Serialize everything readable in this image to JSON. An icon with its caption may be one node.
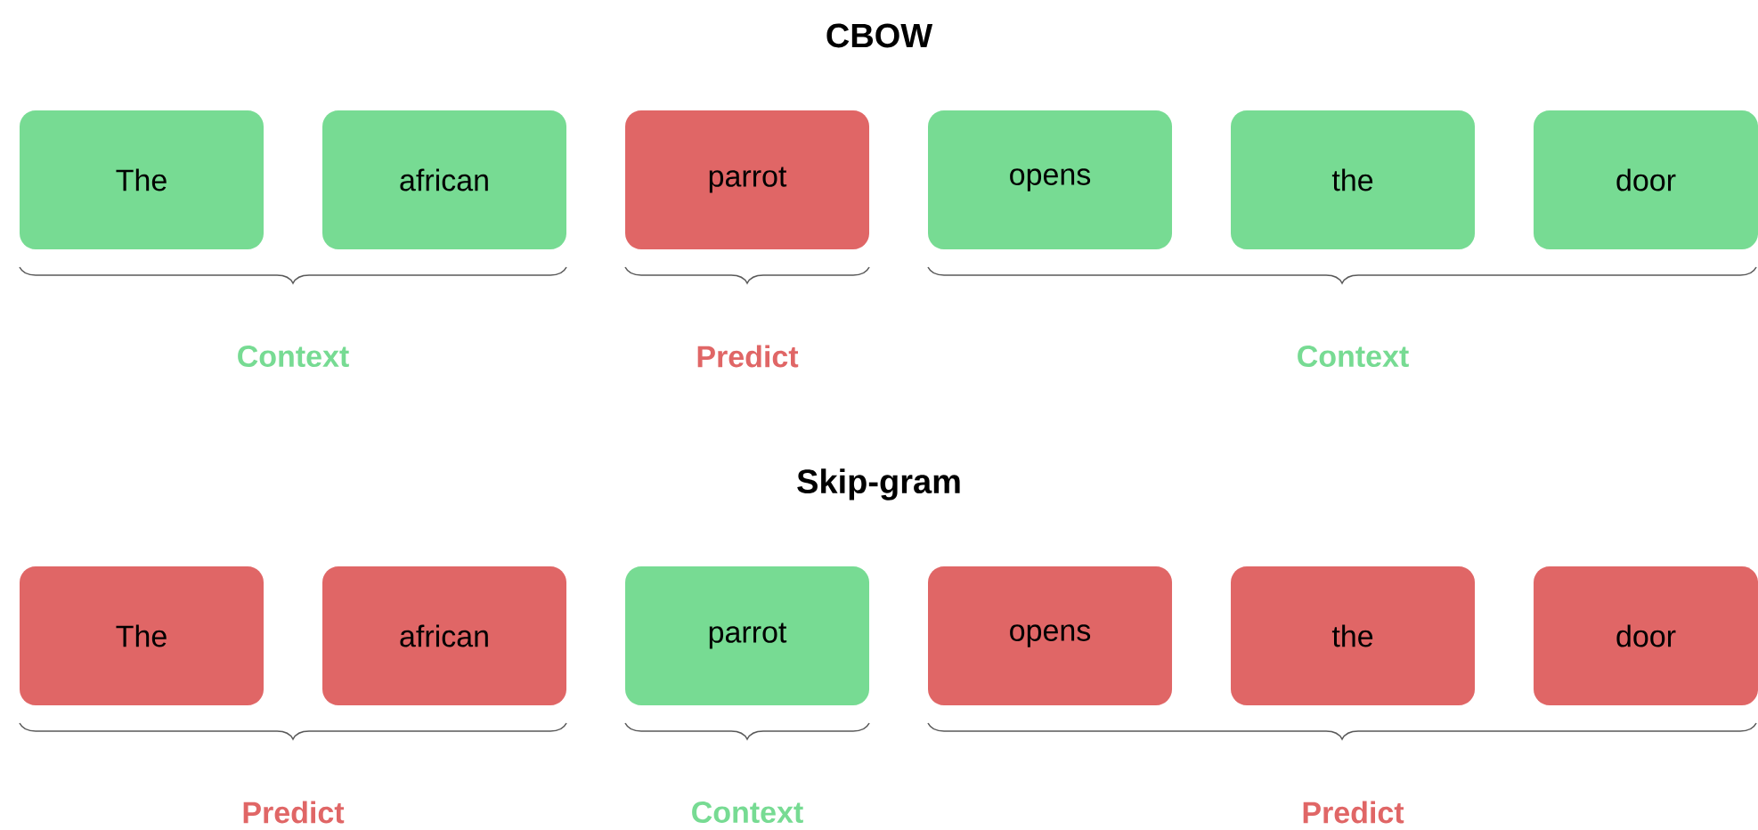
{
  "diagram": {
    "nodes": [
      {
        "text": [
          "The"
        ]
      },
      {
        "text": [
          "african"
        ]
      },
      {
        "text": [
          "parrot"
        ]
      },
      {
        "text": [
          "opens"
        ]
      },
      {
        "text": [
          "the"
        ]
      },
      {
        "text": [
          "door"
        ]
      },
      {
        "text": [
          "The"
        ]
      },
      {
        "text": [
          "african"
        ]
      },
      {
        "text": [
          "parrot"
        ]
      },
      {
        "text": [
          "opens"
        ]
      },
      {
        "text": [
          "the"
        ]
      },
      {
        "text": [
          "door"
        ]
      }
    ],
    "edges": [],
    "labels": [
      "CBOW",
      "Context",
      "Predict",
      "Context",
      "Skip-gram",
      "Predict",
      "Context",
      "Predict"
    ]
  }
}
